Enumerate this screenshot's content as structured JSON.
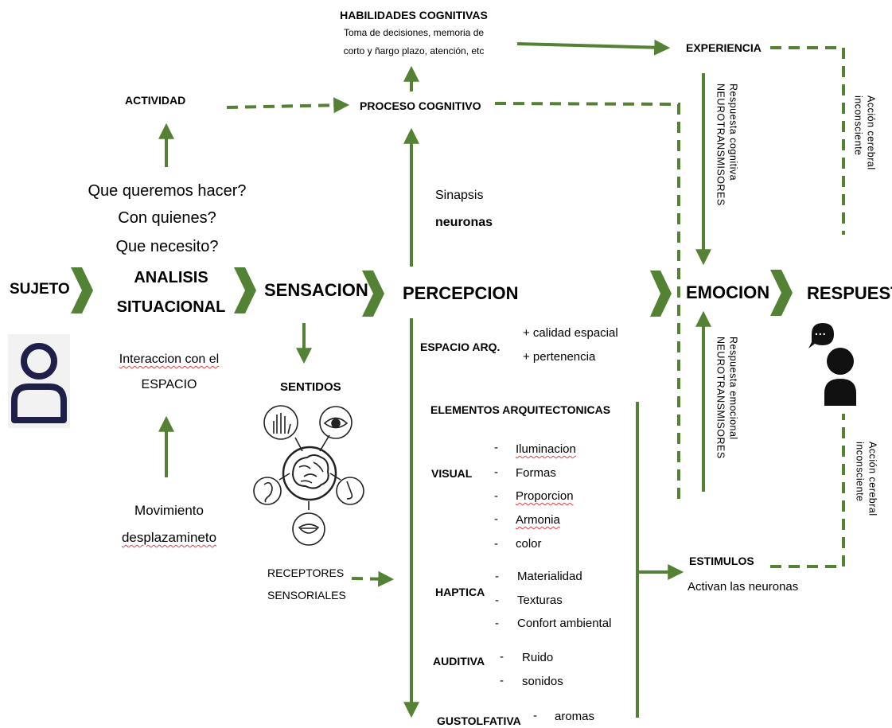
{
  "colors": {
    "accent": "#548235",
    "user_icon": "#1f1f4a"
  },
  "top": {
    "habilidades_title": "HABILIDADES COGNITIVAS",
    "habilidades_line1": "Toma de decisiones, memoria de",
    "habilidades_line2": "corto y ñargo plazo, atención, etc",
    "experiencia": "EXPERIENCIA",
    "actividad": "ACTIVIDAD",
    "proceso_cognitivo": "PROCESO COGNITIVO"
  },
  "questions": [
    "Que queremos hacer?",
    "Con quienes?",
    "Que necesito?"
  ],
  "synapse": {
    "line1": "Sinapsis",
    "line2": "neuronas"
  },
  "flow": {
    "sujeto": "SUJETO",
    "analisis_line1": "ANALISIS",
    "analisis_line2": "SITUACIONAL",
    "sensacion": "SENSACION",
    "percepcion": "PERCEPCION",
    "emocion": "EMOCION",
    "respuesta": "RESPUESTA"
  },
  "interaccion": {
    "line1": "Interaccion con el",
    "line2": "ESPACIO"
  },
  "movimiento": {
    "line1": "Movimiento",
    "line2": "desplazamineto"
  },
  "sentidos": "SENTIDOS",
  "receptores": {
    "line1": "RECEPTORES",
    "line2": "SENSORIALES"
  },
  "espacio": {
    "label": "ESPACIO ARQ.",
    "items": [
      "+ calidad espacial",
      "+ pertenencia"
    ]
  },
  "elementos_title": "ELEMENTOS ARQUITECTONICAS",
  "visual": {
    "label": "VISUAL",
    "items": [
      "Iluminacion",
      "Formas",
      "Proporcion",
      "Armonia",
      "color"
    ]
  },
  "haptica": {
    "label": "HAPTICA",
    "items": [
      "Materialidad",
      "Texturas",
      "Confort ambiental"
    ]
  },
  "auditiva": {
    "label": "AUDITIVA",
    "items": [
      "Ruido",
      "sonidos"
    ]
  },
  "gustolfativa": {
    "label": "GUSTOLFATIVA",
    "items": [
      "aromas"
    ]
  },
  "bullet": "-",
  "estimulos": {
    "title": "ESTIMULOS",
    "subtitle": "Activan las neuronas"
  },
  "respuesta_cognitiva": {
    "line1": "Respuesta cognitiva",
    "line2": "NEUROTRANSMISORES"
  },
  "respuesta_emocional": {
    "line1": "Respuesta emocional",
    "line2": "NEUROTRANSMISORES"
  },
  "accion_top": {
    "line1": "Acción cerebral",
    "line2": "inconsciente"
  },
  "accion_bottom": {
    "line1": "Acción cerebral",
    "line2": "inconsciente"
  },
  "speech_bubble": "..."
}
